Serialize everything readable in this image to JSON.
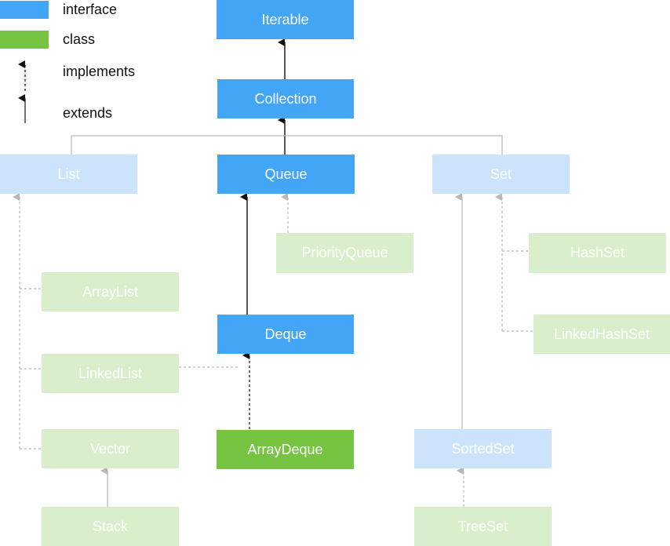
{
  "colors": {
    "interface": "#42a5f5",
    "interface_faded": "#cce4fb",
    "class": "#76c442",
    "class_faded": "#d9eecb",
    "edge": "#111111",
    "edge_faded": "#b8b8b8"
  },
  "legend": {
    "interface": "interface",
    "class": "class",
    "implements": "implements",
    "extends": "extends"
  },
  "nodes": {
    "iterable": "Iterable",
    "collection": "Collection",
    "list": "List",
    "queue": "Queue",
    "set": "Set",
    "priority_queue": "PriorityQueue",
    "hash_set": "HashSet",
    "array_list": "ArrayList",
    "deque": "Deque",
    "linked_hash_set": "LinkedHashSet",
    "linked_list": "LinkedList",
    "vector": "Vector",
    "array_deque": "ArrayDeque",
    "sorted_set": "SortedSet",
    "stack": "Stack",
    "tree_set": "TreeSet"
  },
  "edges": [
    {
      "from": "collection",
      "to": "iterable",
      "kind": "extends",
      "faded": false
    },
    {
      "from": "queue",
      "to": "collection",
      "kind": "extends",
      "faded": false
    },
    {
      "from": "list",
      "to": "collection",
      "kind": "extends",
      "faded": true
    },
    {
      "from": "set",
      "to": "collection",
      "kind": "extends",
      "faded": true
    },
    {
      "from": "deque",
      "to": "queue",
      "kind": "extends",
      "faded": false
    },
    {
      "from": "array_deque",
      "to": "deque",
      "kind": "implements",
      "faded": false
    },
    {
      "from": "linked_list",
      "to": "deque",
      "kind": "implements",
      "faded": true
    },
    {
      "from": "priority_queue",
      "to": "queue",
      "kind": "implements",
      "faded": true
    },
    {
      "from": "array_list",
      "to": "list",
      "kind": "implements",
      "faded": true
    },
    {
      "from": "linked_list",
      "to": "list",
      "kind": "implements",
      "faded": true
    },
    {
      "from": "vector",
      "to": "list",
      "kind": "implements",
      "faded": true
    },
    {
      "from": "stack",
      "to": "vector",
      "kind": "extends",
      "faded": true
    },
    {
      "from": "hash_set",
      "to": "set",
      "kind": "implements",
      "faded": true
    },
    {
      "from": "linked_hash_set",
      "to": "set",
      "kind": "implements",
      "faded": true
    },
    {
      "from": "sorted_set",
      "to": "set",
      "kind": "extends",
      "faded": true
    },
    {
      "from": "tree_set",
      "to": "sorted_set",
      "kind": "implements",
      "faded": true
    }
  ]
}
